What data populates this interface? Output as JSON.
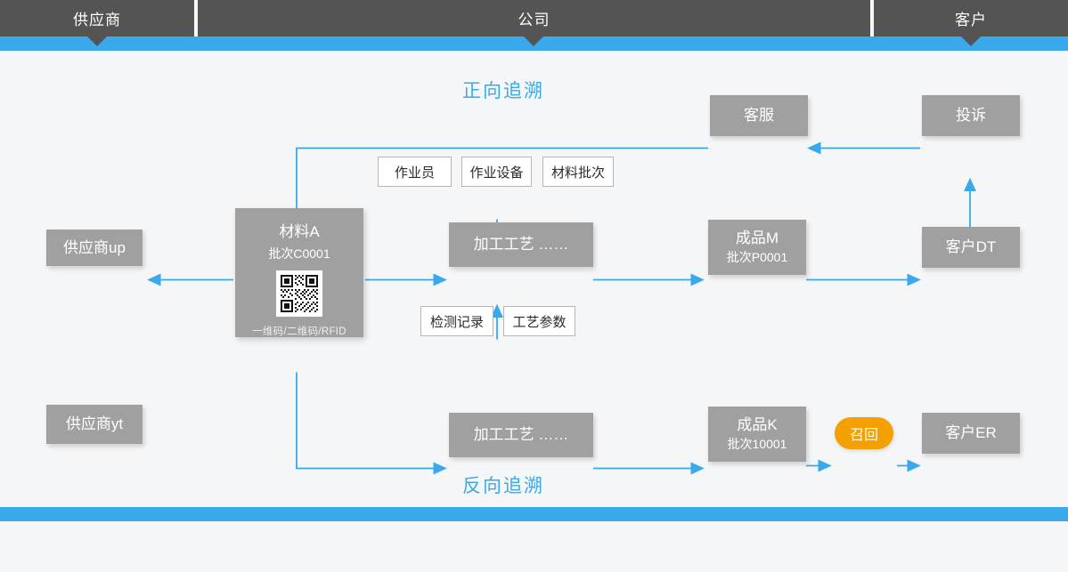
{
  "header": {
    "segments": [
      {
        "label": "供应商"
      },
      {
        "label": "公司"
      },
      {
        "label": "客户"
      }
    ],
    "bar_color": "#3aa9ec",
    "segment_color": "#545454"
  },
  "captions": {
    "forward": "正向追溯",
    "backward": "反向追溯",
    "color": "#3aa9ec"
  },
  "nodes": {
    "supplier_up": {
      "label": "供应商up"
    },
    "supplier_yt": {
      "label": "供应商yt"
    },
    "material_a": {
      "title": "材料A",
      "batch": "批次C0001",
      "code_types": "一维码/二维码/RFID",
      "code_icon": "qr-code-icon"
    },
    "process_top": {
      "label": "加工工艺  ……"
    },
    "process_bottom": {
      "label": "加工工艺  ……"
    },
    "product_m": {
      "title": "成品M",
      "batch": "批次P0001"
    },
    "product_k": {
      "title": "成品K",
      "batch": "批次10001"
    },
    "customer_service": {
      "label": "客服"
    },
    "complaint": {
      "label": "投诉"
    },
    "customer_dt": {
      "label": "客户DT"
    },
    "customer_er": {
      "label": "客户ER"
    },
    "recall": {
      "label": "召回",
      "color": "#f4a000"
    }
  },
  "attributes": {
    "above": [
      {
        "label": "作业员"
      },
      {
        "label": "作业设备"
      },
      {
        "label": "材料批次"
      }
    ],
    "below": [
      {
        "label": "检测记录"
      },
      {
        "label": "工艺参数"
      }
    ]
  },
  "colors": {
    "node_fill": "#a0a0a0",
    "canvas": "#f5f6f7",
    "arrow": "#3aa9ec",
    "accent_orange": "#f4a000"
  }
}
